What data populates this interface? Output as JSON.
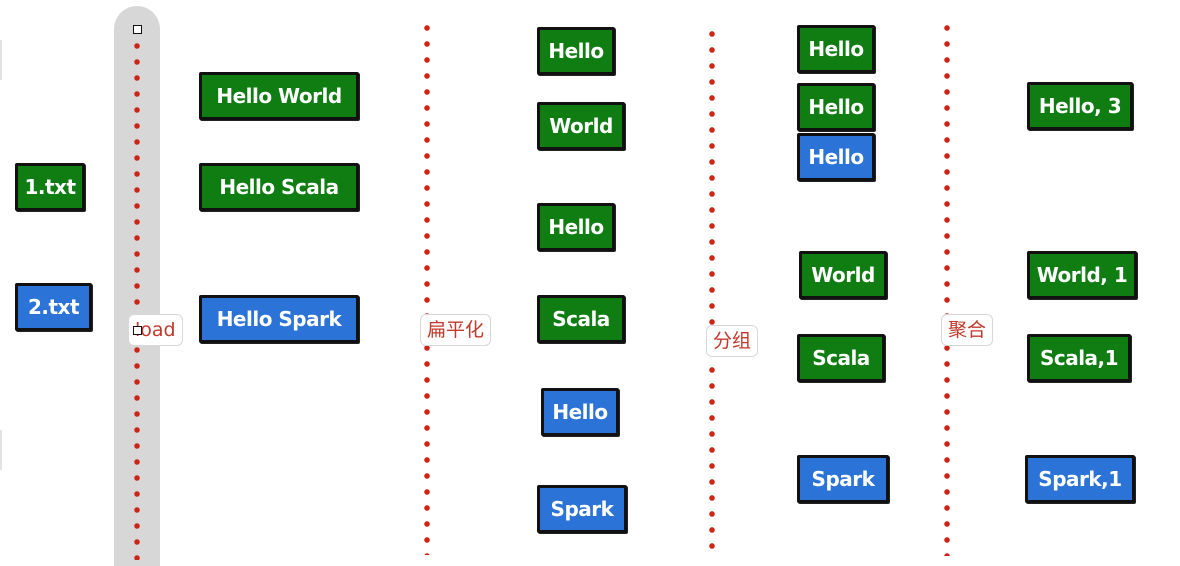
{
  "steps": {
    "load": "load",
    "flatten": "扁平化",
    "group": "分组",
    "aggregate": "聚合"
  },
  "files": [
    "1.txt",
    "2.txt"
  ],
  "lines": [
    "Hello World",
    "Hello Scala",
    "Hello Spark"
  ],
  "words": [
    "Hello",
    "World",
    "Hello",
    "Scala",
    "Hello",
    "Spark"
  ],
  "groups": [
    "Hello",
    "Hello",
    "Hello",
    "World",
    "Scala",
    "Spark"
  ],
  "results": [
    "Hello, 3",
    "World, 1",
    "Scala,1",
    "Spark,1"
  ],
  "colors": {
    "file1": "#0f7d12",
    "file2": "#2b73d6",
    "divider": "#d02318",
    "label_text": "#c0392b"
  }
}
